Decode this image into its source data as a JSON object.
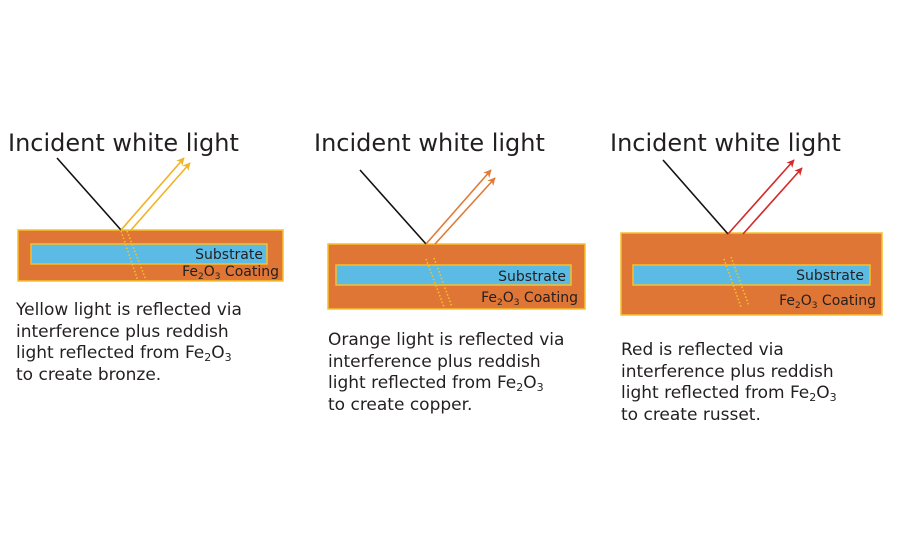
{
  "colors": {
    "coating": "#df7635",
    "coating_border": "#f5c02a",
    "substrate": "#5bbbe4",
    "substrate_border": "#f5c02a",
    "incident": "#111111",
    "refraction_dots": "#f5c02a",
    "text": "#231f20"
  },
  "panels": [
    {
      "title": "Incident white light",
      "reflected_color": "#f0b323",
      "substrate_label": "Substrate",
      "coating_label_prefix": "Fe",
      "coating_label_sub1": "2",
      "coating_label_mid": "O",
      "coating_label_sub2": "3",
      "coating_label_suffix": " Coating",
      "caption_line1": "Yellow light is reflected via",
      "caption_line2": "interference plus reddish",
      "caption_line3_prefix": "light reflected from Fe",
      "caption_line3_sub1": "2",
      "caption_line3_mid": "O",
      "caption_line3_sub2": "3",
      "caption_line4": "to create bronze."
    },
    {
      "title": "Incident white light",
      "reflected_color": "#e07a35",
      "substrate_label": "Substrate",
      "coating_label_prefix": "Fe",
      "coating_label_sub1": "2",
      "coating_label_mid": "O",
      "coating_label_sub2": "3",
      "coating_label_suffix": " Coating",
      "caption_line1": "Orange light is reflected via",
      "caption_line2": "interference plus reddish",
      "caption_line3_prefix": "light reflected from Fe",
      "caption_line3_sub1": "2",
      "caption_line3_mid": "O",
      "caption_line3_sub2": "3",
      "caption_line4": "to create copper."
    },
    {
      "title": "Incident white light",
      "reflected_color": "#d42a2a",
      "substrate_label": "Substrate",
      "coating_label_prefix": "Fe",
      "coating_label_sub1": "2",
      "coating_label_mid": "O",
      "coating_label_sub2": "3",
      "coating_label_suffix": " Coating",
      "caption_line1": "Red is reflected via",
      "caption_line2": "interference plus reddish",
      "caption_line3_prefix": "light reflected from Fe",
      "caption_line3_sub1": "2",
      "caption_line3_mid": "O",
      "caption_line3_sub2": "3",
      "caption_line4": "to create russet."
    }
  ]
}
